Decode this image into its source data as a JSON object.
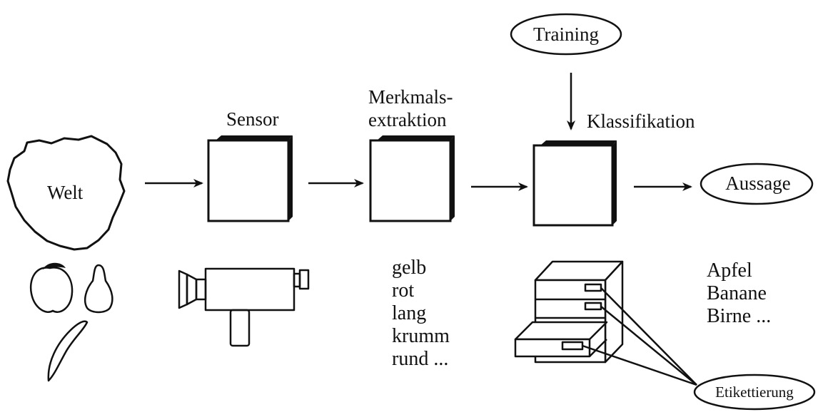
{
  "diagram": {
    "world_label": "Welt",
    "stages": {
      "sensor": "Sensor",
      "feature_extraction_line1": "Merkmals-",
      "feature_extraction_line2": "extraktion",
      "classification": "Klassifikation"
    },
    "training_label": "Training",
    "output_label": "Aussage",
    "labeling_label": "Etikettierung",
    "features": [
      "gelb",
      "rot",
      "lang",
      "krumm",
      "rund ..."
    ],
    "classes": [
      "Apfel",
      "Banane",
      "Birne ..."
    ]
  },
  "colors": {
    "ink": "#111111",
    "background": "#ffffff"
  },
  "icons": [
    "apple-icon",
    "pear-icon",
    "banana-icon",
    "video-camera-icon",
    "filing-cabinet-icon"
  ]
}
